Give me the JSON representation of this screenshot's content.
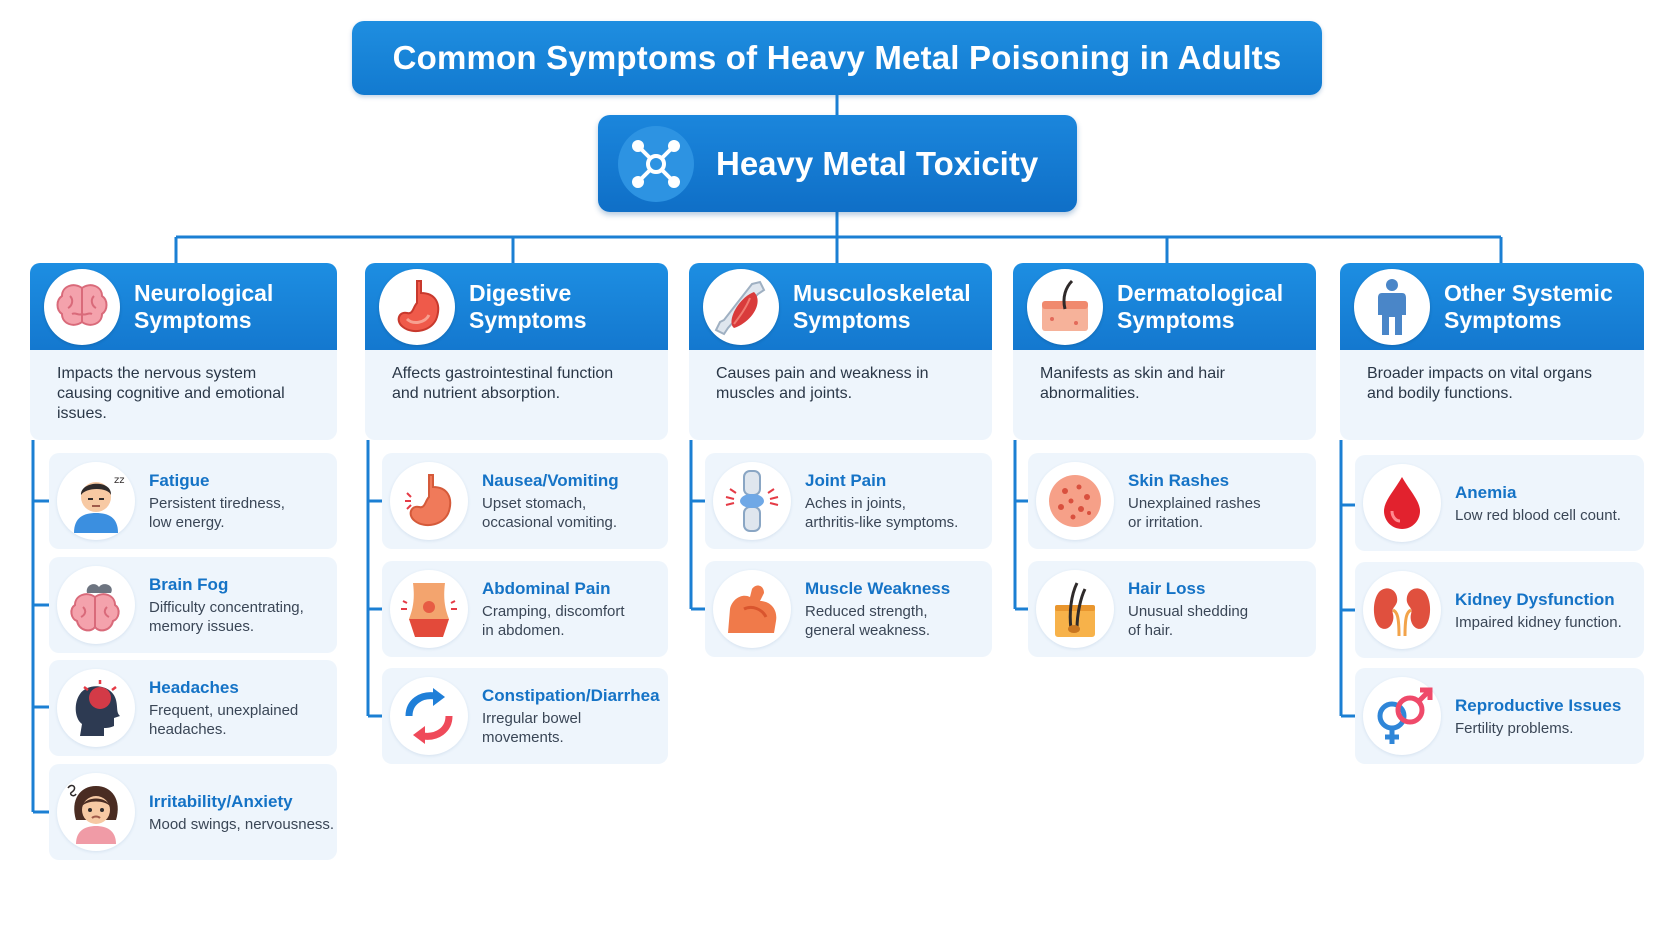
{
  "title": "Common Symptoms of Heavy Metal Poisoning in Adults",
  "core": {
    "label": "Heavy Metal Toxicity",
    "icon": "molecule-network-icon"
  },
  "categories": [
    {
      "title": "Neurological\nSymptoms",
      "icon": "brain-icon",
      "description": "Impacts the nervous system causing cognitive and emotional issues.",
      "symptoms": [
        {
          "title": "Fatigue",
          "description": "Persistent tiredness,\nlow energy.",
          "icon": "tired-man-icon"
        },
        {
          "title": "Brain Fog",
          "description": "Difficulty concentrating,\nmemory issues.",
          "icon": "cloudy-brain-icon"
        },
        {
          "title": "Headaches",
          "description": "Frequent, unexplained\nheadaches.",
          "icon": "head-pain-icon"
        },
        {
          "title": "Irritability/Anxiety",
          "description": "Mood swings, nervousness.",
          "icon": "anxious-woman-icon"
        }
      ]
    },
    {
      "title": "Digestive\nSymptoms",
      "icon": "stomach-icon",
      "description": "Affects gastrointestinal function and nutrient absorption.",
      "symptoms": [
        {
          "title": "Nausea/Vomiting",
          "description": "Upset stomach,\noccasional vomiting.",
          "icon": "upset-stomach-icon"
        },
        {
          "title": "Abdominal Pain",
          "description": "Cramping, discomfort\nin abdomen.",
          "icon": "abdomen-pain-icon"
        },
        {
          "title": "Constipation/Diarrhea",
          "description": "Irregular bowel\nmovements.",
          "icon": "cycle-arrows-icon"
        }
      ]
    },
    {
      "title": "Musculoskeletal\nSymptoms",
      "icon": "muscle-bone-icon",
      "description": "Causes pain and weakness in muscles and joints.",
      "symptoms": [
        {
          "title": "Joint Pain",
          "description": "Aches in joints,\narthritis-like symptoms.",
          "icon": "knee-joint-icon"
        },
        {
          "title": "Muscle Weakness",
          "description": "Reduced strength,\ngeneral weakness.",
          "icon": "flexed-arm-icon"
        }
      ]
    },
    {
      "title": "Dermatological\nSymptoms",
      "icon": "skin-hair-icon",
      "description": "Manifests as skin and hair abnormalities.",
      "symptoms": [
        {
          "title": "Skin Rashes",
          "description": "Unexplained rashes\nor irritation.",
          "icon": "rash-icon"
        },
        {
          "title": "Hair Loss",
          "description": "Unusual shedding\nof hair.",
          "icon": "hair-follicle-icon"
        }
      ]
    },
    {
      "title": "Other Systemic\nSymptoms",
      "icon": "human-body-icon",
      "description": "Broader impacts on vital organs and bodily functions.",
      "symptoms": [
        {
          "title": "Anemia",
          "description": "Low red blood cell count.",
          "icon": "blood-drop-icon"
        },
        {
          "title": "Kidney Dysfunction",
          "description": "Impaired kidney function.",
          "icon": "kidneys-icon"
        },
        {
          "title": "Reproductive Issues",
          "description": "Fertility problems.",
          "icon": "gender-symbols-icon"
        }
      ]
    }
  ],
  "colors": {
    "primary": "#1478cf",
    "accent": "#1573c6",
    "card_bg": "#eef5fc",
    "connector": "#1b7fd3"
  }
}
